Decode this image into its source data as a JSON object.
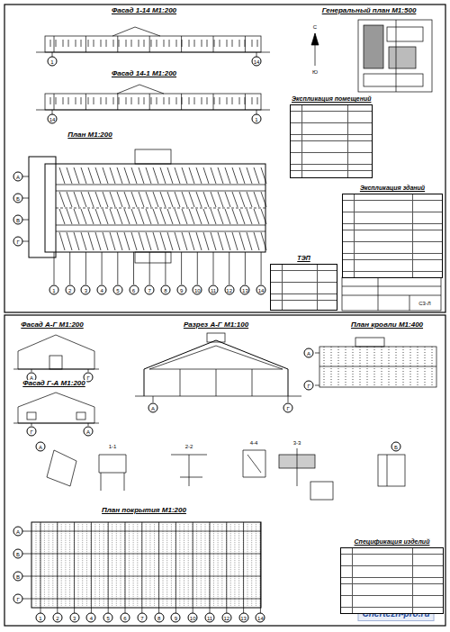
{
  "diagram": {
    "nodes": [
      {
        "text": [
          "Экспликация помещений"
        ]
      },
      {
        "text": [
          "Экспликация зданий"
        ]
      },
      {
        "text": [
          "ТЭП"
        ]
      },
      {
        "text": [
          "Спецификация изделий"
        ]
      }
    ],
    "labels": [
      "Фасад 1-14 М1:200",
      "1",
      "14",
      "Фасад 14-1 М1:200",
      "14",
      "1",
      "План М1:200",
      "А",
      "Б",
      "В",
      "Г",
      "1",
      "2",
      "3",
      "4",
      "5",
      "6",
      "7",
      "8",
      "9",
      "10",
      "11",
      "12",
      "13",
      "14",
      "Генеральный план М1:500",
      "С",
      "Ю",
      "Фасад А-Г М1:200",
      "А",
      "Г",
      "Фасад Г-А М1:200",
      "Г",
      "А",
      "Разрез А-Г М1:100",
      "А",
      "Г",
      "План кровли М1:400",
      "А",
      "Г",
      "А",
      "1-1",
      "2-2",
      "Б",
      "3-3",
      "4-4",
      "План покрытия М1:200",
      "1",
      "2",
      "3",
      "4",
      "5",
      "6",
      "7",
      "8",
      "9",
      "10",
      "11",
      "12",
      "13",
      "14",
      "А",
      "Б",
      "В",
      "Г",
      "С3-Л",
      "Chertezh-pro.ru"
    ]
  }
}
